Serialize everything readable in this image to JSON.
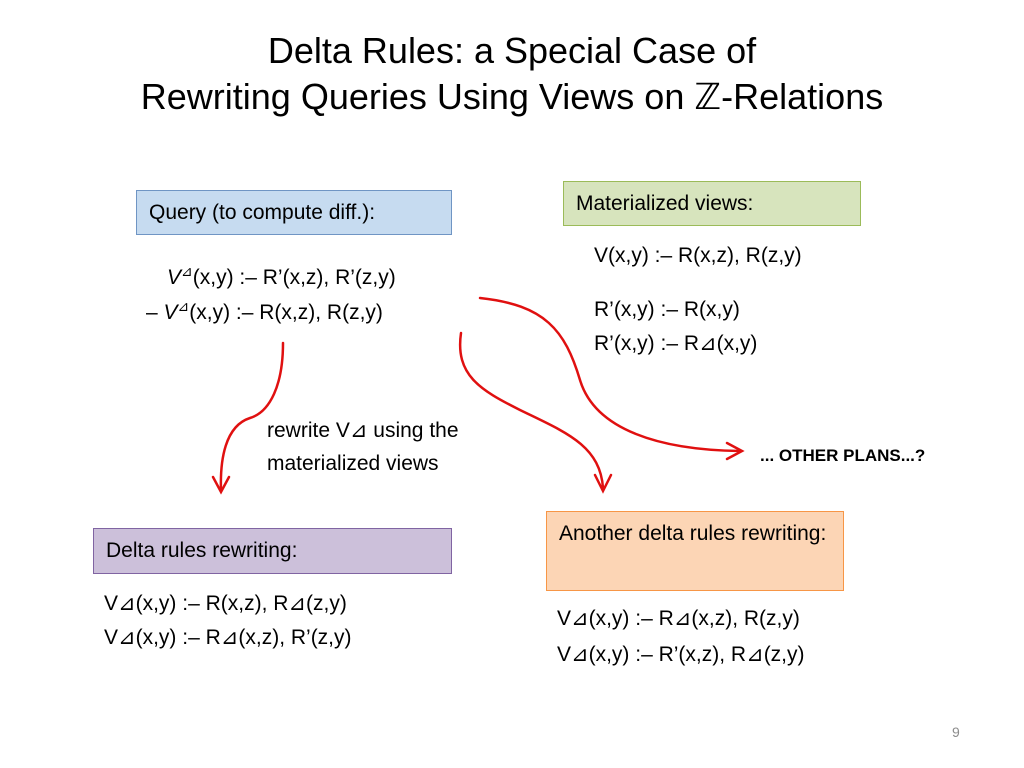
{
  "title": {
    "line1": "Delta Rules: a Special Case of",
    "line2": "Rewriting Queries Using Views on ℤ-Relations"
  },
  "query_box": {
    "label": "Query (to compute diff.):"
  },
  "views_box": {
    "label": "Materialized views:"
  },
  "query_rules": [
    {
      "prefix": "",
      "head": "V",
      "body": "(x,y) :– R’(x,z), R’(z,y)"
    },
    {
      "prefix": "– ",
      "head": "V",
      "body": "(x,y) :– R(x,z), R(z,y)"
    }
  ],
  "view_rules": [
    "V(x,y) :– R(x,z), R(z,y)",
    "R’(x,y) :– R(x,y)",
    "R’(x,y) :– R⊿(x,y)"
  ],
  "rewrite_note": {
    "line1": "rewrite V⊿ using the",
    "line2": "materialized views"
  },
  "other_plans": "... OTHER PLANS...?",
  "delta_box": {
    "label": "Delta rules rewriting:"
  },
  "delta_rules": [
    "V⊿(x,y) :– R(x,z), R⊿(z,y)",
    "V⊿(x,y) :– R⊿(x,z), R’(z,y)"
  ],
  "another_box": {
    "label": "Another delta rules rewriting:"
  },
  "another_rules": [
    "V⊿(x,y) :– R⊿(x,z), R(z,y)",
    "V⊿(x,y) :– R’(x,z), R⊿(z,y)"
  ],
  "page_number": "9",
  "colors": {
    "arrow": "#e01010",
    "query_box": "#c6dbf0",
    "views_box": "#d7e4bd",
    "delta_box": "#ccc0da",
    "another_box": "#fcd5b5"
  }
}
